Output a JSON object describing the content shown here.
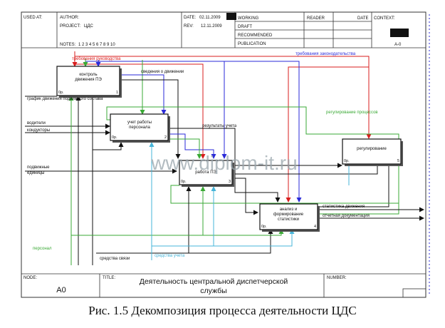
{
  "header": {
    "used_at_label": "USED AT:",
    "author_label": "AUTHOR:",
    "project_label": "PROJECT:",
    "project_value": "ЦДС",
    "notes_label": "NOTES:",
    "notes_value": "1 2 3 4 5 6 7 8 9 10",
    "date_label": "DATE:",
    "date_value": "02.11.2009",
    "rev_label": "REV:",
    "rev_value": "12.11.2009",
    "status_options": [
      "WORKING",
      "DRAFT",
      "RECOMMENDED",
      "PUBLICATION"
    ],
    "reader_label": "READER",
    "reader_date_label": "DATE",
    "context_label": "CONTEXT:",
    "node_id": "A-0"
  },
  "boxes": [
    {
      "label_1": "контроль",
      "label_2": "движения ПЭ",
      "cost": "0р.",
      "number": "1"
    },
    {
      "label_1": "учет работы",
      "label_2": "персонала",
      "cost": "0р.",
      "number": "2"
    },
    {
      "label_1": "работа ПЭ",
      "label_2": "",
      "cost": "0р.",
      "number": "3"
    },
    {
      "label_1": "анализ и",
      "label_2": "формирование",
      "label_3": "статистики",
      "cost": "0р.",
      "number": "4"
    },
    {
      "label_1": "регулирование",
      "label_2": "",
      "cost": "0р.",
      "number": "5"
    }
  ],
  "arrows": {
    "trebovaniya_rukovodstva": "требования руководства",
    "trebovaniya_zakonodatelstva": "требования законодательства",
    "svedeniya_o_dvizhenii": "сведения о движении",
    "grafik_dvizheniya": "график движения подвижного состава",
    "voditeli": "водители",
    "konduktory": "кондукторы",
    "rezultaty_ucheta": "результаты учета",
    "regulirovanie_processov": "регулирование процессов",
    "podvizhnye": "подвижные",
    "edinicy": "единицы",
    "statistika_dvizheniya": "статистика движения",
    "otchetnaya_dokumentaciya": "отчетная документация",
    "personal": "персонал",
    "sredstva_svyazi": "средства связи",
    "sredstva_ucheta": "средства учета"
  },
  "watermark": "www.diplom-it.ru",
  "footer": {
    "node_label": "NODE:",
    "node_value": "A0",
    "title_label": "TITLE:",
    "title_line_1": "Деятельность центральной диспетчерской",
    "title_line_2": "службы",
    "number_label": "NUMBER:"
  },
  "caption": "Рис. 1.5 Декомпозиция процесса деятельности ЦДС",
  "colors": {
    "red": "#d81e1e",
    "green": "#3aa935",
    "blue": "#2a2ad8",
    "lightblue": "#46b4d8",
    "black": "#111111",
    "watermark": "#9aa6ad"
  }
}
